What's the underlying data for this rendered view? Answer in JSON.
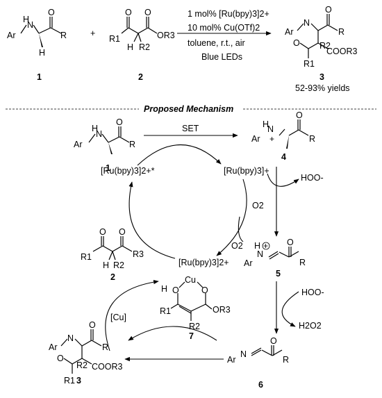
{
  "top": {
    "cond1": "1 mol% [Ru(bpy)3]2+",
    "cond2": "10 mol% Cu(OTf)2",
    "cond3": "toluene, r.t., air",
    "cond4": "Blue LEDs",
    "plus": "+",
    "lab1": "1",
    "lab2": "2",
    "lab3": "3",
    "yields": "52-93% yields"
  },
  "mech": {
    "title": "Proposed Mechanism",
    "set": "SET",
    "ru_rad": "[Ru(bpy)3]2+*",
    "ru_plus": "[Ru(bpy)3]+",
    "ru_two": "[Ru(bpy)3]2+",
    "hoo1": "HOO-",
    "o2rad": "O2",
    "o2": "O2",
    "hoo2": "HOO-",
    "h2o2": "H2O2",
    "cu": "[Cu]",
    "lab1": "1",
    "lab2": "2",
    "lab3": "3",
    "lab4": "4",
    "lab5": "5",
    "lab6": "6",
    "lab7": "7"
  },
  "atoms": {
    "ar": "Ar",
    "n": "N",
    "h": "H",
    "o": "O",
    "r": "R",
    "r1": "R1",
    "r2": "R2",
    "r3": "R3",
    "oar3": "OR3",
    "coor3": "COOR3",
    "cu": "Cu",
    "plus": "+"
  }
}
